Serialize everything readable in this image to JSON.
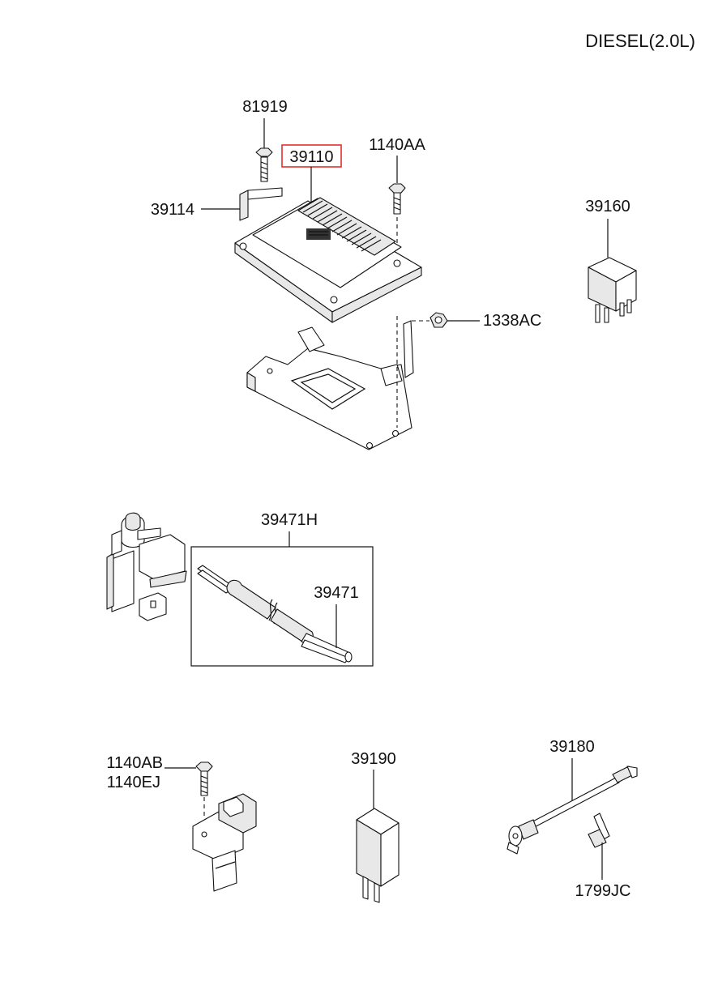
{
  "engine": "DIESEL(2.0L)",
  "highlight_color": "#e03030",
  "parts": {
    "p81919": "81919",
    "p39110": "39110",
    "p1140AA": "1140AA",
    "p39114": "39114",
    "p39160": "39160",
    "p1338AC": "1338AC",
    "p39471H": "39471H",
    "p39471": "39471",
    "p1140AB": "1140AB",
    "p1140EJ": "1140EJ",
    "p39190": "39190",
    "p39180": "39180",
    "p1799JC": "1799JC"
  },
  "selected_part": "39110"
}
